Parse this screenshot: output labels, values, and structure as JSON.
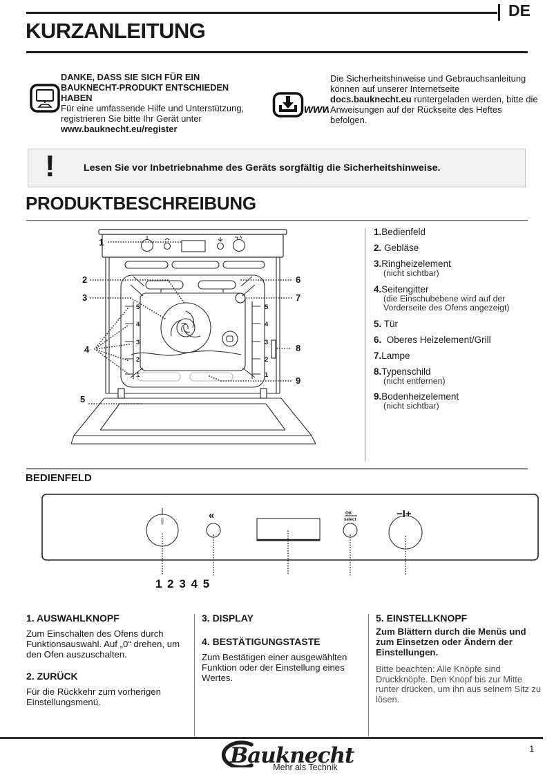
{
  "page": {
    "lang_badge": "DE",
    "title": "KURZANLEITUNG",
    "page_number": "1"
  },
  "intro": {
    "thanks": {
      "icon": "monitor-icon",
      "heading": "DANKE, DASS SIE SICH FÜR EIN BAUKNECHT-PRODUKT ENTSCHIEDEN HABEN",
      "body": "Für eine umfassende Hilfe und Unterstützung, registrieren Sie bitte Ihr Gerät unter ",
      "link": "www.bauknecht.eu/register"
    },
    "web": {
      "icon": "download-www-icon",
      "www_label": "www",
      "body_before": "Die Sicherheitshinweise und Gebrauchsanleitung können auf unserer Internetseite ",
      "link": "docs.bauknecht.eu",
      "body_after": " runtergeladen werden, bitte die Anweisungen auf der Rückseite des Heftes befolgen."
    }
  },
  "warning": {
    "icon": "exclamation-icon",
    "mark": "!",
    "text": "Lesen Sie vor Inbetriebnahme des Geräts sorgfältig die Sicherheitshinweise."
  },
  "product": {
    "heading": "PRODUKTBESCHREIBUNG",
    "parts": [
      {
        "num": "1.",
        "label": "Bedienfeld"
      },
      {
        "num": "2.",
        "label": " Gebläse"
      },
      {
        "num": "3.",
        "label": "Ringheizelement",
        "note": "(nicht sichtbar)"
      },
      {
        "num": "4.",
        "label": "Seitengitter",
        "note": "(die Einschubebene wird auf der Vorderseite des Ofens angezeigt)"
      },
      {
        "num": "5.",
        "label": " Tür"
      },
      {
        "num": "6.",
        "label": "  Oberes Heizelement/Grill"
      },
      {
        "num": "7.",
        "label": "Lampe"
      },
      {
        "num": "8.",
        "label": "Typenschild",
        "note": "(nicht entfernen)"
      },
      {
        "num": "9.",
        "label": "Bodenheizelement",
        "note": "(nicht sichtbar)"
      }
    ]
  },
  "diagram": {
    "callouts": [
      "1",
      "2",
      "3",
      "4",
      "5",
      "6",
      "7",
      "8",
      "9"
    ],
    "shelf_left": [
      "5",
      "4",
      "3",
      "2",
      "1"
    ],
    "shelf_right": [
      "5",
      "4",
      "3",
      "2",
      "1"
    ]
  },
  "panel": {
    "heading": "BEDIENFELD",
    "back_mark": "«",
    "ok_top": "OK",
    "ok_bottom": "select",
    "adjust_mark": "−I+",
    "numbers_label": "1 2 3 4 5"
  },
  "controls": {
    "col1": [
      {
        "title": "1. AUSWAHLKNOPF",
        "body": "Zum Einschalten des Ofens durch Funktionsauswahl. Auf „0“ drehen, um den Ofen auszuschalten."
      },
      {
        "title": "2. ZURÜCK",
        "body": "Für die Rückkehr zum vorherigen Einstellungsmenü."
      }
    ],
    "col2": [
      {
        "title": "3. DISPLAY"
      },
      {
        "title": "4. BESTÄTIGUNGSTASTE",
        "body": "Zum Bestätigen einer ausgewählten Funktion oder der Einstellung eines Wertes."
      }
    ],
    "col3": [
      {
        "title": "5. EINSTELLKNOPF",
        "body": "Zum Blättern durch die Menüs und zum Einsetzen oder Ändern der Einstellungen.",
        "note": "Bitte beachten: Alle Knöpfe sind Druckknöpfe. Den Knopf bis zur Mitte runter drücken, um ihn aus seinem Sitz zu lösen."
      }
    ]
  },
  "footer": {
    "brand": "Bauknecht",
    "tagline": "Mehr als Technik"
  }
}
